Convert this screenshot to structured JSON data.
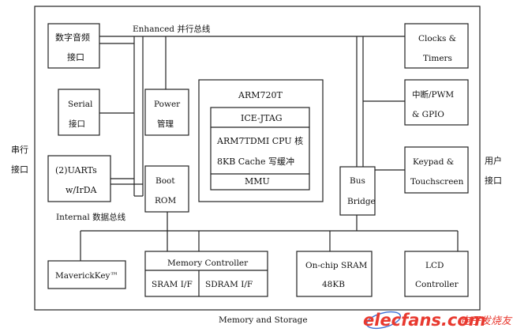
{
  "bus_labels": {
    "enhanced_bus": "Enhanced 并行总线",
    "internal_bus": "Internal 数据总线",
    "memory_storage": "Memory and Storage"
  },
  "side_labels": {
    "serial_port": [
      "串行",
      "接口"
    ],
    "user_port": [
      "用户",
      "接口"
    ]
  },
  "blocks": {
    "digital_audio": [
      "数字音频",
      "接口"
    ],
    "serial": [
      "Serial",
      "接口"
    ],
    "uarts": [
      "(2)UARTs",
      "w/IrDA"
    ],
    "power": [
      "Power",
      "管理"
    ],
    "boot_rom": [
      "Boot",
      "ROM"
    ],
    "arm720t": "ARM720T",
    "ice_jtag": "ICE-JTAG",
    "arm7tdmi": "ARM7TDMI CPU 核",
    "cache": "8KB Cache 写缓冲",
    "mmu": "MMU",
    "bus_bridge": [
      "Bus",
      "Bridge"
    ],
    "clocks_timers": [
      "Clocks &",
      "Timers"
    ],
    "interrupt_pwm": [
      "中断/PWM",
      "& GPIO"
    ],
    "keypad": [
      "Keypad &",
      "Touchscreen"
    ],
    "maverick_key": "MaverickKey™",
    "memory_controller": "Memory Controller",
    "sram_if": "SRAM I/F",
    "sdram_if": "SDRAM I/F",
    "onchip_sram": [
      "On-chip SRAM",
      "48KB"
    ],
    "lcd_controller": [
      "LCD",
      "Controller"
    ]
  },
  "watermark": {
    "site": "elecfans.com",
    "cn": "电子发烧友"
  }
}
